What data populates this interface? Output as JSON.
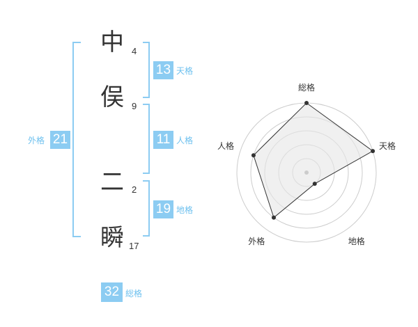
{
  "name": {
    "chars": [
      {
        "char": "中",
        "strokes": "4"
      },
      {
        "char": "俣",
        "strokes": "9"
      },
      {
        "char": "二",
        "strokes": "2"
      },
      {
        "char": "瞬",
        "strokes": "17"
      }
    ]
  },
  "kakusu": {
    "tenkaku": {
      "value": "13",
      "label": "天格"
    },
    "jinkaku": {
      "value": "11",
      "label": "人格"
    },
    "chikaku": {
      "value": "19",
      "label": "地格"
    },
    "gaikaku": {
      "value": "21",
      "label": "外格"
    },
    "soukaku": {
      "value": "32",
      "label": "総格"
    }
  },
  "colors": {
    "accent": "#8cccf2",
    "accent_text": "#6ec1ef",
    "bracket": "#8cccf2",
    "text": "#333333",
    "radar_fill": "#e6e6e6",
    "radar_grid": "#cccccc"
  },
  "chart_data": {
    "type": "radar",
    "axes": [
      "総格",
      "天格",
      "地格",
      "外格",
      "人格"
    ],
    "values": [
      5,
      5,
      1,
      4,
      4
    ],
    "range": [
      0,
      5
    ],
    "rings": 5
  }
}
